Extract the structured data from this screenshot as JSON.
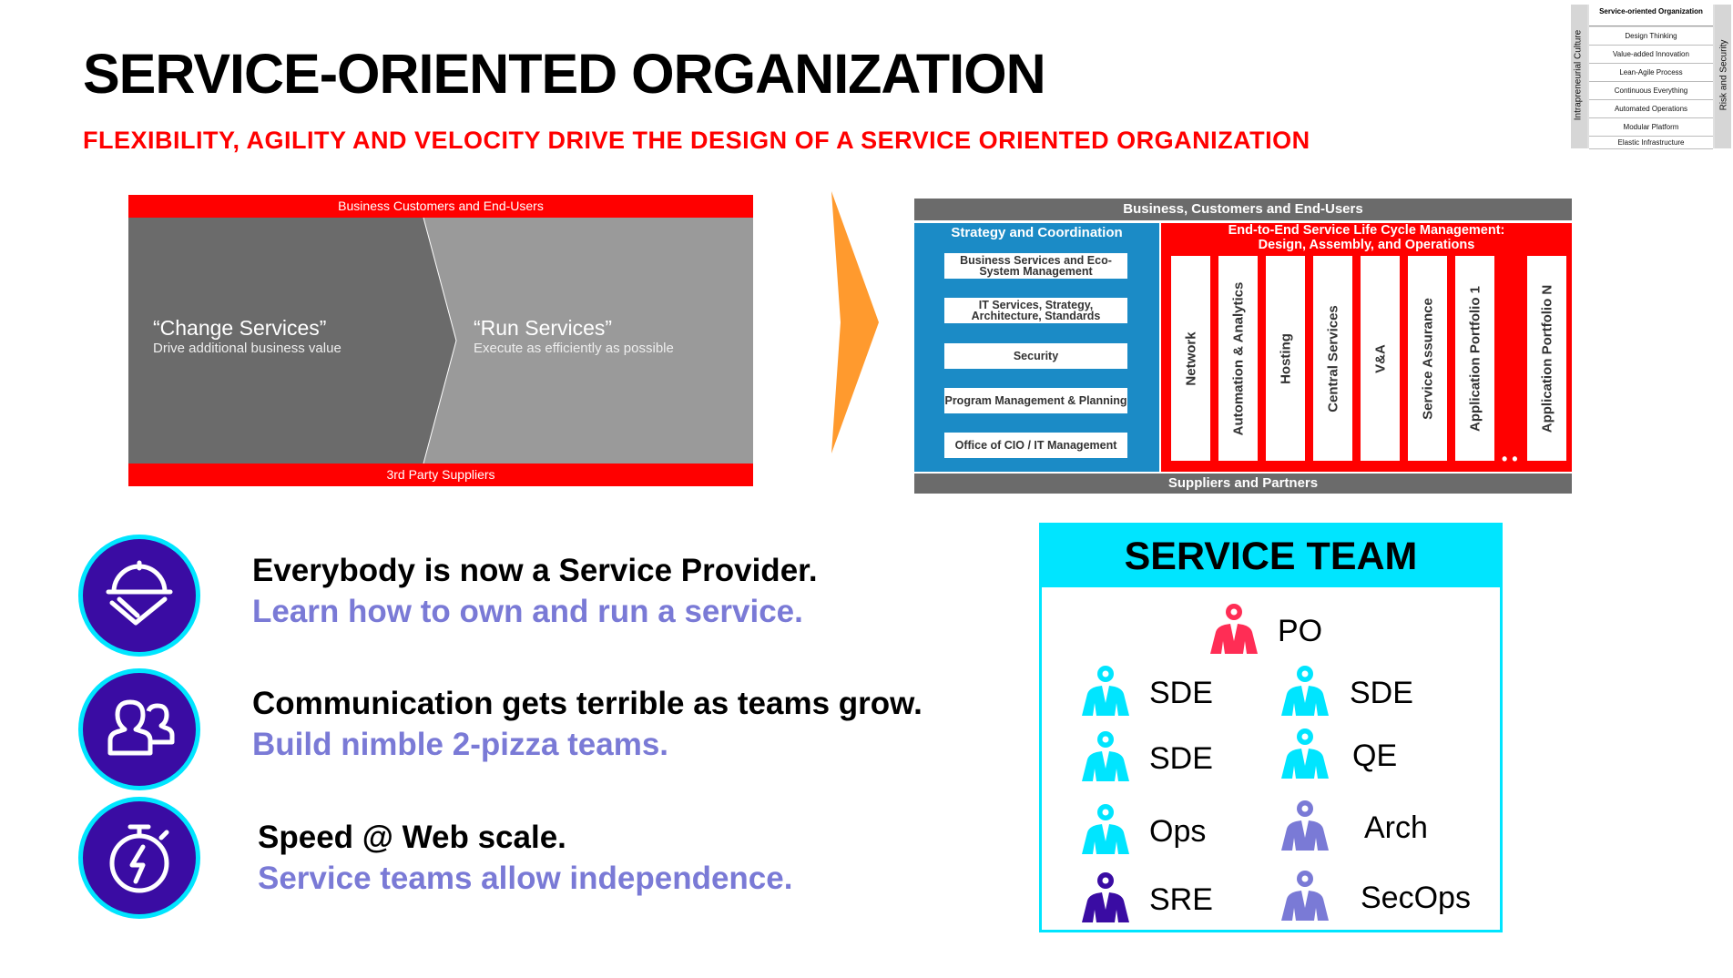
{
  "slide": {
    "title": "SERVICE-ORIENTED ORGANIZATION",
    "subtitle": "FLEXIBILITY, AGILITY AND VELOCITY DRIVE THE DESIGN OF A SERVICE ORIENTED ORGANIZATION"
  },
  "mini_framework": {
    "header": "Service-oriented Organization",
    "left_label": "Intrapreneurial Culture",
    "right_label": "Risk and Security",
    "rows": [
      "Design Thinking",
      "Value-added Innovation",
      "Lean-Agile Process",
      "Continuous Everything",
      "Automated Operations",
      "Modular Platform",
      "Elastic Infrastructure"
    ]
  },
  "left_diagram": {
    "top_bar": "Business Customers and End-Users",
    "bottom_bar": "3rd Party Suppliers",
    "change": {
      "title": "“Change Services”",
      "subtitle": "Drive additional business value"
    },
    "run": {
      "title": "“Run Services”",
      "subtitle": "Execute as efficiently as possible"
    }
  },
  "right_diagram": {
    "top_bar": "Business, Customers and End-Users",
    "bottom_bar": "Suppliers and Partners",
    "strategy": {
      "heading": "Strategy and Coordination",
      "items": [
        "Business Services and Eco-System Management",
        "IT Services, Strategy, Architecture, Standards",
        "Security",
        "Program Management & Planning",
        "Office of CIO / IT Management"
      ]
    },
    "lifecycle": {
      "heading_line1": "End-to-End Service Life Cycle Management:",
      "heading_line2": "Design, Assembly, and Operations",
      "columns": [
        "Network",
        "Automation & Analytics",
        "Hosting",
        "Central Services",
        "V&A",
        "Service Assurance",
        "Application Portfolio 1",
        "Application Portfolio N"
      ],
      "ellipsis": "• •"
    }
  },
  "statements": [
    {
      "main": "Everybody is now a Service Provider.",
      "sub": "Learn how to own and run a service.",
      "icon": "serving-cloche-icon"
    },
    {
      "main": "Communication gets terrible as teams grow.",
      "sub": "Build nimble 2-pizza teams.",
      "icon": "team-people-icon"
    },
    {
      "main": "Speed @ Web scale.",
      "sub": "Service teams allow independence.",
      "icon": "stopwatch-lightning-icon"
    }
  ],
  "service_team": {
    "title": "SERVICE TEAM",
    "roles": [
      {
        "label": "PO",
        "color": "#ff2d55"
      },
      {
        "label": "SDE",
        "color": "#00e5ff"
      },
      {
        "label": "SDE",
        "color": "#00e5ff"
      },
      {
        "label": "SDE",
        "color": "#00e5ff"
      },
      {
        "label": "QE",
        "color": "#00e5ff"
      },
      {
        "label": "Ops",
        "color": "#00e5ff"
      },
      {
        "label": "Arch",
        "color": "#7a7ad6"
      },
      {
        "label": "SRE",
        "color": "#3a0ca3"
      },
      {
        "label": "SecOps",
        "color": "#7a7ad6"
      }
    ]
  },
  "colors": {
    "accent_red": "#ff0000",
    "cyan": "#00e5ff",
    "purple": "#3a0ca3",
    "lavender": "#7a7ad6",
    "orange": "#ff9a2e",
    "blue": "#1b8bc6"
  }
}
